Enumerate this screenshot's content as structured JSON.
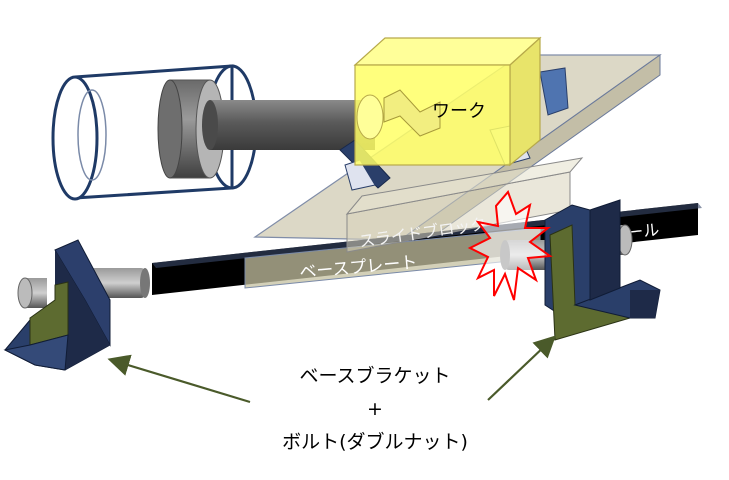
{
  "labels": {
    "work": "ワーク",
    "slide_block": "スライドブロック",
    "rail": "レール",
    "base_plate": "ベースプレート"
  },
  "caption": {
    "line1": "ベースブラケット",
    "line2": "+",
    "line3": "ボルト(ダブルナット)"
  },
  "colors": {
    "work": "#ffff66",
    "plate": "#c8c2a8",
    "rail": "#000000",
    "bracket_top": "#2a3f6a",
    "bracket_face": "#5d6b30",
    "impact": "#ff0000",
    "arrow": "#4a5a2a"
  }
}
